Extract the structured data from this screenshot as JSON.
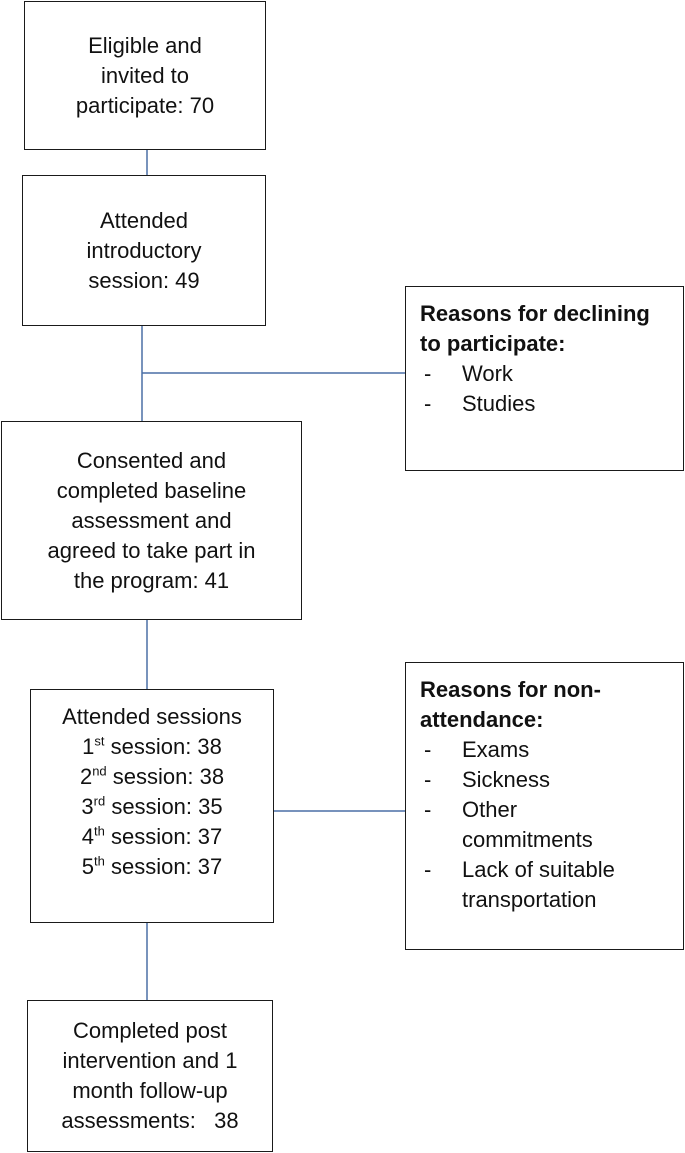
{
  "colors": {
    "connector": "#4a6fa5",
    "border": "#1a1a1a",
    "text": "#111111"
  },
  "boxes": {
    "eligible": [
      "Eligible and",
      "invited to",
      "participate: 70"
    ],
    "introductory": [
      "Attended",
      "introductory",
      "session: 49"
    ],
    "consented": [
      "Consented and",
      "completed baseline",
      "assessment and",
      "agreed to take part in",
      "the program: 41"
    ],
    "attended": {
      "title": "Attended sessions",
      "sessions": [
        {
          "num": "1",
          "sup": "st",
          "rest": " session: 38"
        },
        {
          "num": "2",
          "sup": "nd",
          "rest": " session: 38"
        },
        {
          "num": "3",
          "sup": "rd",
          "rest": " session: 35"
        },
        {
          "num": "4",
          "sup": "th",
          "rest": " session: 37"
        },
        {
          "num": "5",
          "sup": "th",
          "rest": " session: 37"
        }
      ]
    },
    "completed": [
      "Completed post",
      "intervention and 1",
      "month follow-up",
      "assessments:   38"
    ]
  },
  "declining": {
    "heading": [
      "Reasons for declining",
      "to participate:"
    ],
    "items": [
      "Work",
      "Studies"
    ]
  },
  "nonattendance": {
    "heading": [
      "Reasons for non-",
      "attendance:"
    ],
    "items": [
      [
        "Exams"
      ],
      [
        "Sickness"
      ],
      [
        "Other",
        "commitments"
      ],
      [
        "Lack of suitable",
        "transportation"
      ]
    ]
  }
}
